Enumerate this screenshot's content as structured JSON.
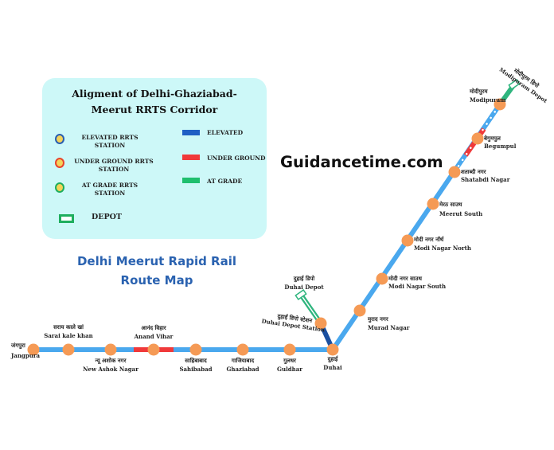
{
  "legend": {
    "title_line1": "Aligment of Delhi-Ghaziabad-",
    "title_line2": "Meerut RRTS  Corridor",
    "stations": [
      {
        "label_line1": "ELEVATED RRTS",
        "label_line2": "STATION",
        "ring_color": "#2a5fb0"
      },
      {
        "label_line1": "UNDER GROUND RRTS",
        "label_line2": "STATION",
        "ring_color": "#e8452c"
      },
      {
        "label_line1": "AT GRADE RRTS",
        "label_line2": "STATION",
        "ring_color": "#1fae5e"
      }
    ],
    "lines": [
      {
        "label": "ELEVATED",
        "color": "#1f5fc4"
      },
      {
        "label": "UNDER GROUND",
        "color": "#f0393a"
      },
      {
        "label": "AT GRADE",
        "color": "#1fbf6e"
      }
    ],
    "depot_label": "DEPOT"
  },
  "map_title": {
    "line1": "Delhi Meerut Rapid Rail",
    "line2": "Route Map"
  },
  "watermark": "Guidancetime.com",
  "colors": {
    "line": "#4aa8ee",
    "station": "#f59a55",
    "underground": "#f0393a",
    "elevated_dark": "#1a4fa0",
    "at_grade": "#2fb57e",
    "legend_bg": "#cdf8f8"
  },
  "stations": [
    {
      "hi": "जंगपुरा",
      "en": "Jangpura"
    },
    {
      "hi": "सराय काले खां",
      "en": "Sarai kale khan"
    },
    {
      "hi": "न्यू अशोक नगर",
      "en": "New Ashok Nagar"
    },
    {
      "hi": "आनंद विहार",
      "en": "Anand Vihar"
    },
    {
      "hi": "साहिबाबाद",
      "en": "Sahibabad"
    },
    {
      "hi": "गाजियाबाद",
      "en": "Ghaziabad"
    },
    {
      "hi": "गुलधर",
      "en": "Guldhar"
    },
    {
      "hi": "दुहाई",
      "en": "Duhai"
    },
    {
      "hi": "मुराद नगर",
      "en": "Murad Nagar"
    },
    {
      "hi": "मोदी नगर साउथ",
      "en": "Modi Nagar South"
    },
    {
      "hi": "मोदी नगर नॉर्थ",
      "en": "Modi Nagar North"
    },
    {
      "hi": "मेरठ साउथ",
      "en": "Meerut South"
    },
    {
      "hi": "शताब्दी नगर",
      "en": "Shatabdi Nagar"
    },
    {
      "hi": "बेगुमपुल",
      "en": "Begumpul"
    },
    {
      "hi": "मोदीपुरम",
      "en": "Modipuram"
    }
  ],
  "duhai_depot_station": {
    "hi": "दुहाई डिपो स्टेशन",
    "en": "Duhai Depot Station"
  },
  "duhai_depot": {
    "hi": "दुहाई डिपो",
    "en": "Duhai Depot"
  },
  "modipuram_depot": {
    "hi": "मोदीपुरम डिपो",
    "en": "Modipuram Depot"
  }
}
